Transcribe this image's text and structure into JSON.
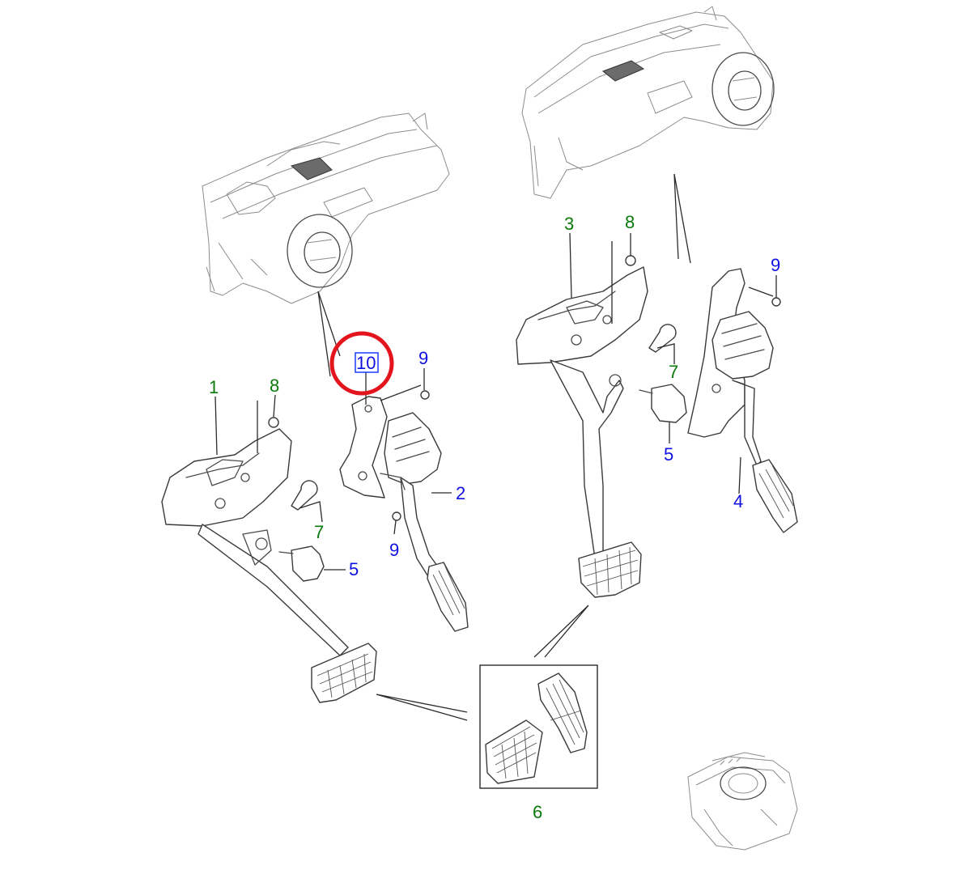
{
  "colors": {
    "callout_green": "#0a7a0a",
    "callout_blue": "#1010e0",
    "highlight_ring": "#e3141b",
    "highlight_box": "#1a3cff"
  },
  "callouts": {
    "c1": "1",
    "c2": "2",
    "c3": "3",
    "c4": "4",
    "c5_left": "5",
    "c5_right": "5",
    "c6": "6",
    "c7_left": "7",
    "c7_right": "7",
    "c8_left": "8",
    "c8_right": "8",
    "c9_left_top": "9",
    "c9_left_bottom": "9",
    "c9_right": "9",
    "c10": "10"
  },
  "highlighted_part": "10"
}
